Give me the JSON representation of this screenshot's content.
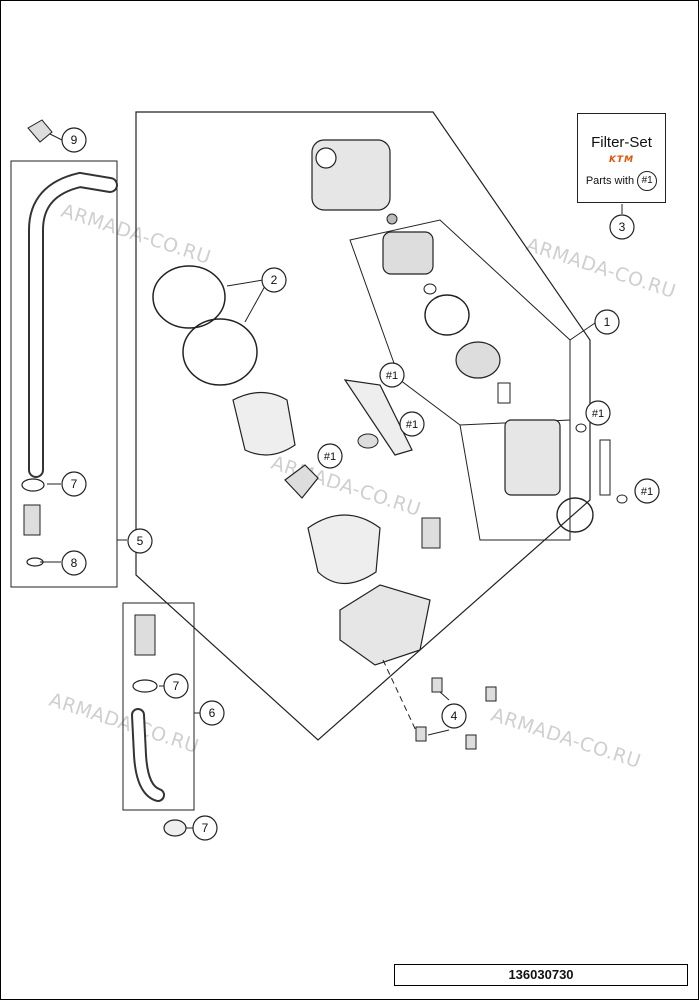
{
  "watermarks": [
    "ARMADA-CO.RU",
    "ARMADA-CO.RU",
    "ARMADA-CO.RU",
    "ARMADA-CO.RU",
    "ARMADA-CO.RU"
  ],
  "filter_set": {
    "title": "Filter-Set",
    "logo": "KTM",
    "parts_label": "Parts with",
    "parts_ref": "#1"
  },
  "callouts": {
    "c1": "1",
    "c2": "2",
    "c3": "3",
    "c4": "4",
    "c5": "5",
    "c6": "6",
    "c7a": "7",
    "c7b": "7",
    "c7c": "7",
    "c8": "8",
    "c9": "9",
    "h1": "#1",
    "h2": "#1",
    "h3": "#1",
    "h4": "#1",
    "h5": "#1"
  },
  "document_number": "136030730",
  "colors": {
    "line": "#222222",
    "watermark": "#cfcfcf",
    "ktm": "#e35205"
  }
}
